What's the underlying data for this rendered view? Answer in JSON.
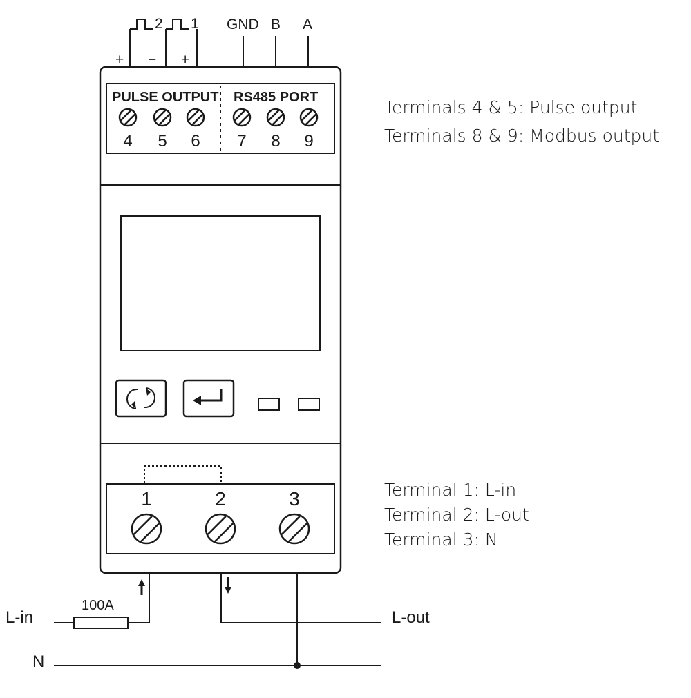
{
  "top_labels": {
    "pulse2": "2",
    "pulse1": "1",
    "plus_a": "+",
    "minus": "−",
    "plus_b": "+",
    "gnd": "GND",
    "b": "B",
    "a": "A"
  },
  "top_block": {
    "pulse_output": "PULSE OUTPUT",
    "rs485_port": "RS485 PORT",
    "terminals": [
      "4",
      "5",
      "6",
      "7",
      "8",
      "9"
    ]
  },
  "bottom_block": {
    "terminals": [
      "1",
      "2",
      "3"
    ]
  },
  "wiring": {
    "fuse_rating": "100A",
    "l_in": "L-in",
    "l_out": "L-out",
    "n": "N"
  },
  "notes": {
    "top": [
      "Terminals 4 & 5: Pulse output",
      "Terminals 8 & 9: Modbus output"
    ],
    "bottom": [
      "Terminal 1: L-in",
      "Terminal 2: L-out",
      "Terminal 3: N"
    ]
  }
}
